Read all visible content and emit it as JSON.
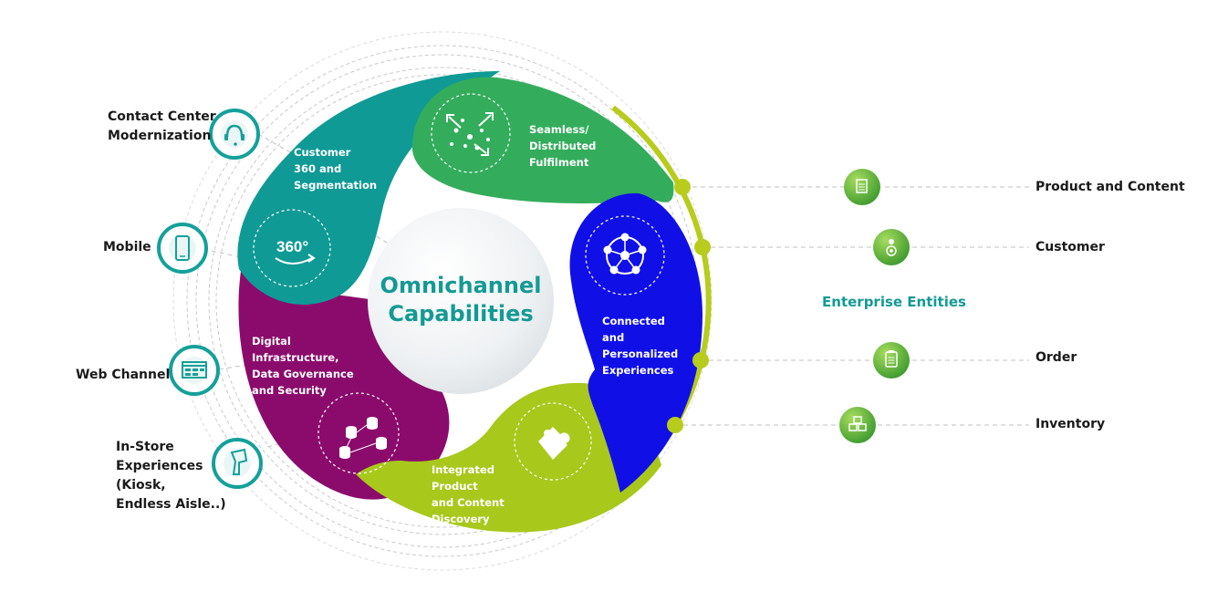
{
  "center": {
    "line1": "Omnichannel",
    "line2": "Capabilities"
  },
  "segments": [
    {
      "id": "customer-360",
      "lines": [
        "Customer",
        "360 and",
        "Segmentation"
      ],
      "color": "#0f9a96",
      "icon": "360-icon"
    },
    {
      "id": "fulfilment",
      "lines": [
        "Seamless/",
        "Distributed",
        "Fulfilment"
      ],
      "color": "#33ad5c",
      "icon": "scatter-arrows-icon"
    },
    {
      "id": "connected",
      "lines": [
        "Connected",
        "and",
        "Personalized",
        "Experiences"
      ],
      "color": "#1010e6",
      "icon": "network-icon"
    },
    {
      "id": "discovery",
      "lines": [
        "Integrated",
        "Product",
        "and Content",
        "Discovery"
      ],
      "color": "#a8c81c",
      "icon": "puzzle-icon"
    },
    {
      "id": "infrastructure",
      "lines": [
        "Digital",
        "Infrastructure,",
        "Data Governance",
        "and  Security"
      ],
      "color": "#8b0b6c",
      "icon": "database-network-icon"
    }
  ],
  "channels": [
    {
      "id": "contact-center",
      "lines": [
        "Contact Center",
        "Modernization"
      ],
      "icon": "headset-icon"
    },
    {
      "id": "mobile",
      "lines": [
        "Mobile"
      ],
      "icon": "mobile-phone-icon"
    },
    {
      "id": "web",
      "lines": [
        "Web Channel"
      ],
      "icon": "web-window-icon"
    },
    {
      "id": "in-store",
      "lines": [
        "In-Store",
        "Experiences",
        "(Kiosk,",
        "Endless Aisle..)"
      ],
      "icon": "kiosk-icon"
    }
  ],
  "entities_title": "Enterprise Entities",
  "entities": [
    {
      "id": "product-content",
      "label": "Product and Content",
      "icon": "document-icon"
    },
    {
      "id": "customer",
      "label": "Customer",
      "icon": "person-target-icon"
    },
    {
      "id": "order",
      "label": "Order",
      "icon": "clipboard-icon"
    },
    {
      "id": "inventory",
      "label": "Inventory",
      "icon": "boxes-icon"
    }
  ],
  "colors": {
    "teal": "#149a94",
    "green": "#33ad5c",
    "blue": "#1010e6",
    "lime": "#a8c81c",
    "purple": "#8b0b6c",
    "entity": "#6cbb3c"
  }
}
